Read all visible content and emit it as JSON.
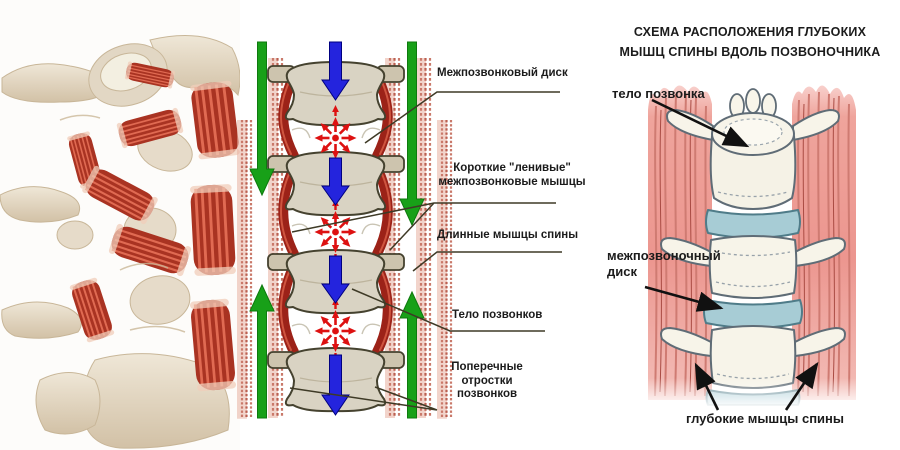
{
  "page": {
    "description": "Medical diagram: deep back muscles along the spine, three panels",
    "background": "#ffffff"
  },
  "panels": {
    "left": {
      "name": "3D anatomy of vertebrae with short deep intervertebral muscles",
      "colors": {
        "bone": "#e6dbc9",
        "bone_shadow": "#c8b698",
        "muscle": "#b23524",
        "muscle_stripe": "#e06a52"
      }
    },
    "middle": {
      "labels": {
        "disc": "Межпозвонковый диск",
        "short_muscles": "Короткие \"ленивые\"\nмежпозвонковые мышцы",
        "long_muscles": "Длинные мышцы спины",
        "vertebral_body": "Тело позвонков",
        "transverse_processes": "Поперечные\nотростки\nпозвонков"
      },
      "icons": [
        "blue-compression-arrow",
        "green-traction-arrow",
        "red-pressure-starburst"
      ],
      "colors": {
        "compression_arrow_blue": "#2424dd",
        "traction_arrow_green": "#18a018",
        "pressure_star_red": "#dd1111",
        "vertebra_fill": "#d9d3c3",
        "vertebra_outline": "#45422f",
        "long_muscle_band": "#c9796a",
        "short_muscle_dark": "#9c2218",
        "leader_line": "#3e3a26"
      }
    },
    "right": {
      "title": "СХЕМА РАСПОЛОЖЕНИЯ ГЛУБОКИХ\nМЫШЦ СПИНЫ ВДОЛЬ ПОЗВОНОЧНИКА",
      "labels": {
        "vertebral_body": "тело позвонка",
        "disc": "межпозвоночный\nдиск",
        "deep_muscles": "глубокие мышцы спины"
      },
      "colors": {
        "muscle_pink": "#ec968f",
        "muscle_streak": "#cf7b72",
        "disc_blue": "#a7ccd5",
        "vertebra_fill": "#f7f4e9",
        "outline": "#5f6c76",
        "arrow": "#111111"
      }
    }
  }
}
